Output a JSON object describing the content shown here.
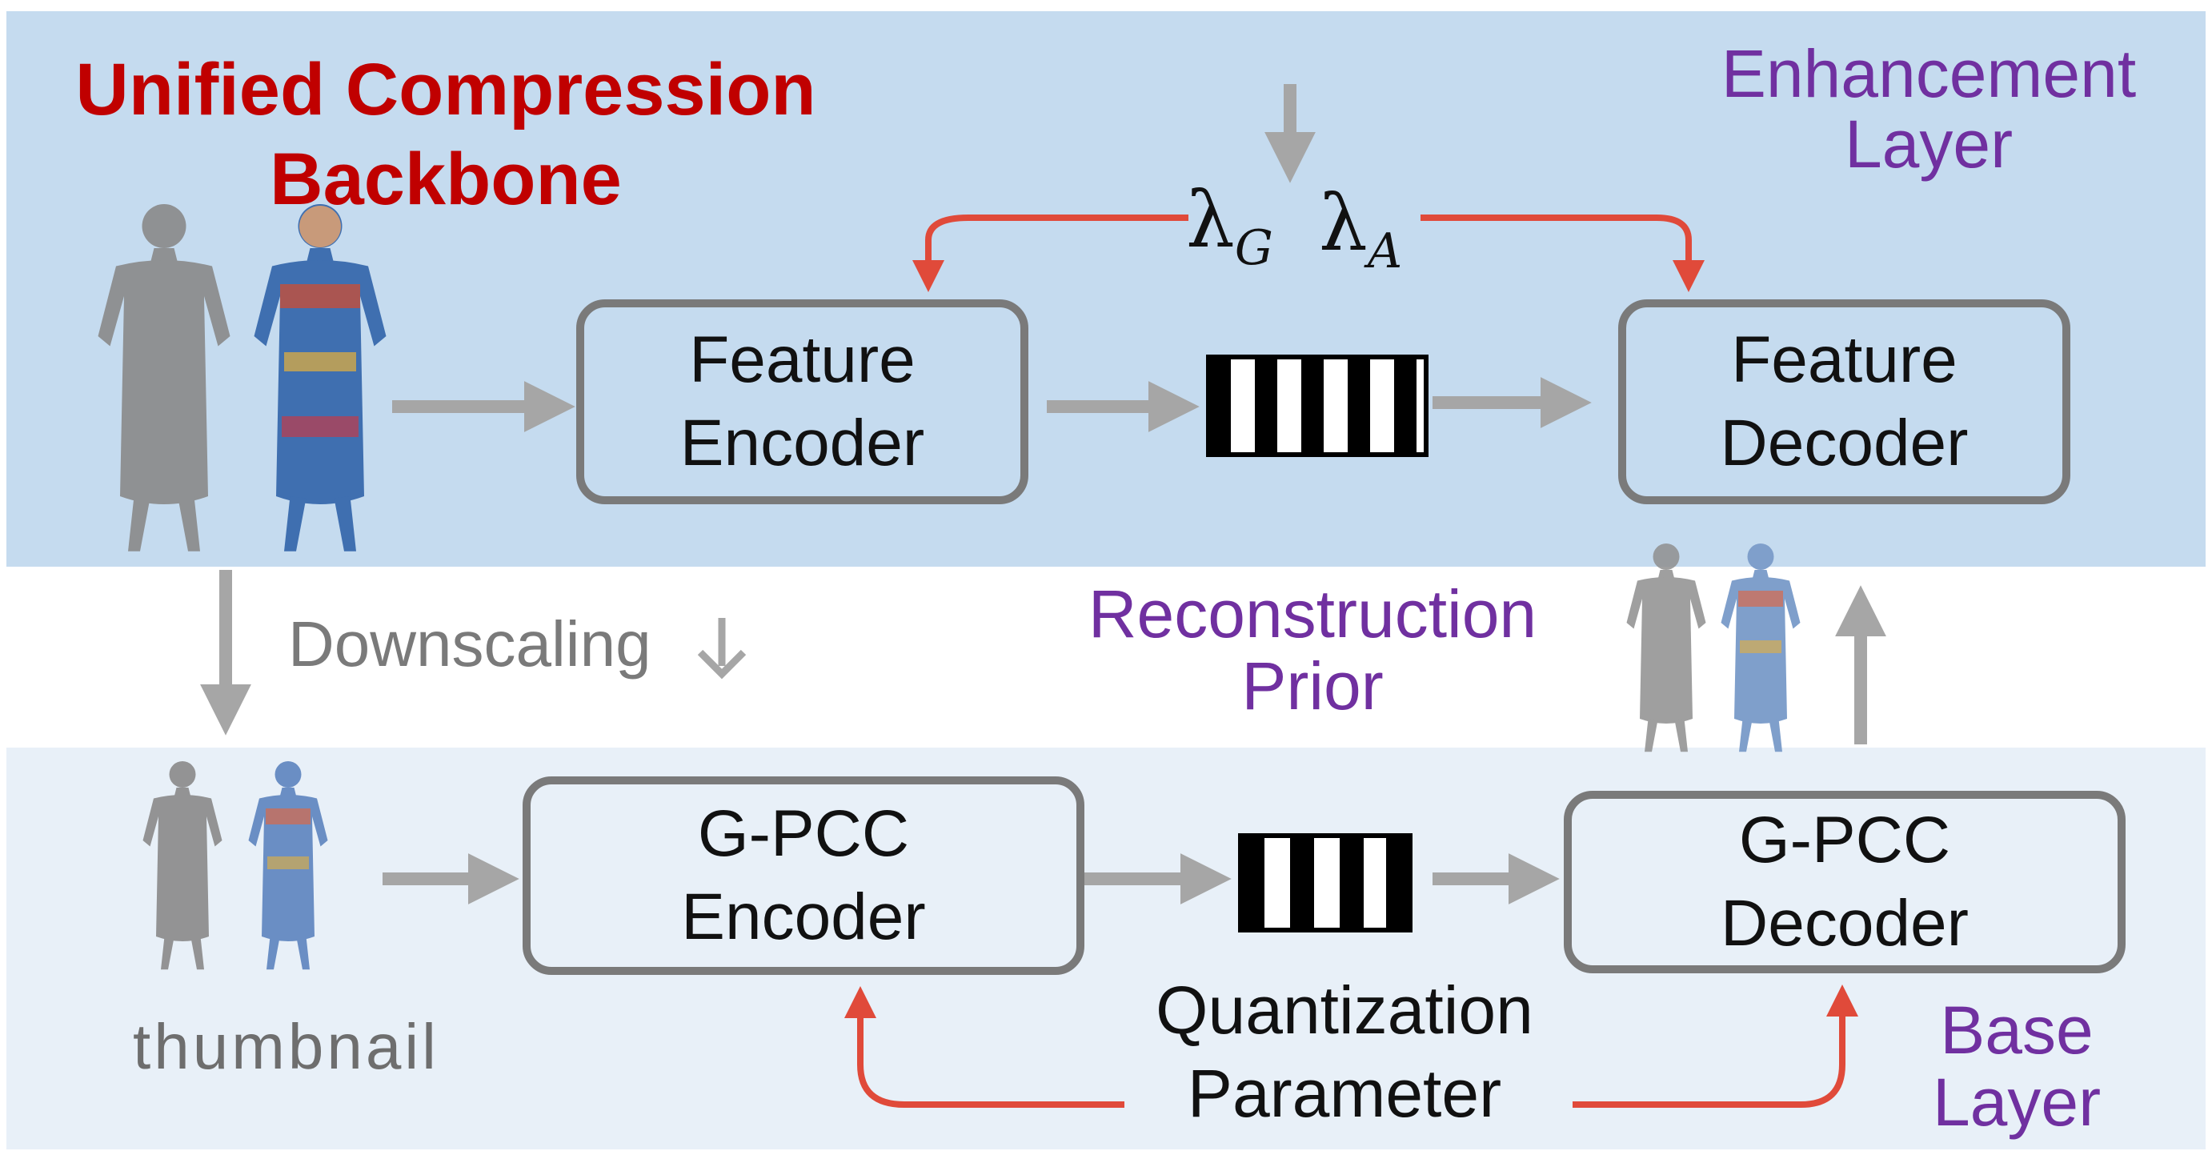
{
  "title": {
    "line1": "Unified Compression",
    "line2": "Backbone"
  },
  "layers": {
    "enhancement": {
      "line1": "Enhancement",
      "line2": "Layer"
    },
    "base": {
      "line1": "Base",
      "line2": "Layer"
    }
  },
  "boxes": {
    "feature_encoder": {
      "line1": "Feature",
      "line2": "Encoder"
    },
    "feature_decoder": {
      "line1": "Feature",
      "line2": "Decoder"
    },
    "gpcc_encoder": {
      "line1": "G-PCC",
      "line2": "Encoder"
    },
    "gpcc_decoder": {
      "line1": "G-PCC",
      "line2": "Decoder"
    }
  },
  "lambdas": {
    "g": {
      "symbol": "λ",
      "sub": "G"
    },
    "a": {
      "symbol": "λ",
      "sub": "A"
    }
  },
  "labels": {
    "downscaling": "Downscaling",
    "reconstruction_prior": {
      "line1": "Reconstruction",
      "line2": "Prior"
    },
    "quantization_parameter": {
      "line1": "Quantization",
      "line2": "Parameter"
    },
    "thumbnail": "thumbnail"
  },
  "colors": {
    "enhancement_band": "#c5dbef",
    "base_band": "#e8f0f8",
    "box_border": "#7a7a7a",
    "flow_arrow": "#a6a6a6",
    "control_arrow": "#e04a3a",
    "title": "#c00000",
    "layer_label": "#7030a0"
  }
}
